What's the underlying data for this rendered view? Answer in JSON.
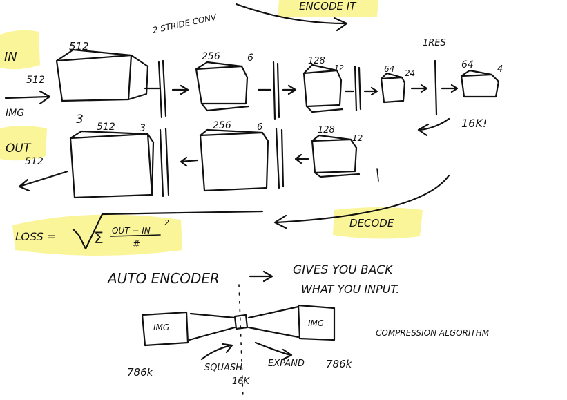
{
  "labels": {
    "encode": "ENCODE IT",
    "in": "IN",
    "out": "OUT",
    "img": "IMG",
    "conv": "2 STRIDE CONV",
    "res": "1RES",
    "k16": "16K!",
    "decode": "DECODE",
    "loss_prefix": "LOSS =",
    "loss_num": "OUT − IN",
    "loss_den": "#",
    "loss_exp": "2",
    "autoencoder": "AUTO ENCODER",
    "gives_line1": "GIVES YOU BACK",
    "gives_line2": "WHAT YOU INPUT.",
    "compression": "COMPRESSION ALGORITHM",
    "img_left": "IMG",
    "img_right": "IMG",
    "size_left": "786k",
    "size_right": "786k",
    "squash": "SQUASH",
    "expand": "EXPAND",
    "k16_bottom": "16K"
  },
  "encoder_blocks": [
    {
      "w": "512",
      "h": "512",
      "d": "3"
    },
    {
      "w": "256",
      "d": "6"
    },
    {
      "w": "128",
      "d": "12"
    },
    {
      "w": "64",
      "d": "24"
    },
    {
      "w": "64",
      "d": "4"
    }
  ],
  "decoder_blocks": [
    {
      "w": "512",
      "h": "512",
      "d": "3"
    },
    {
      "w": "256",
      "d": "6"
    },
    {
      "w": "128",
      "d": "12"
    }
  ],
  "colors": {
    "highlight": "#fbf59a",
    "ink": "#111111"
  }
}
